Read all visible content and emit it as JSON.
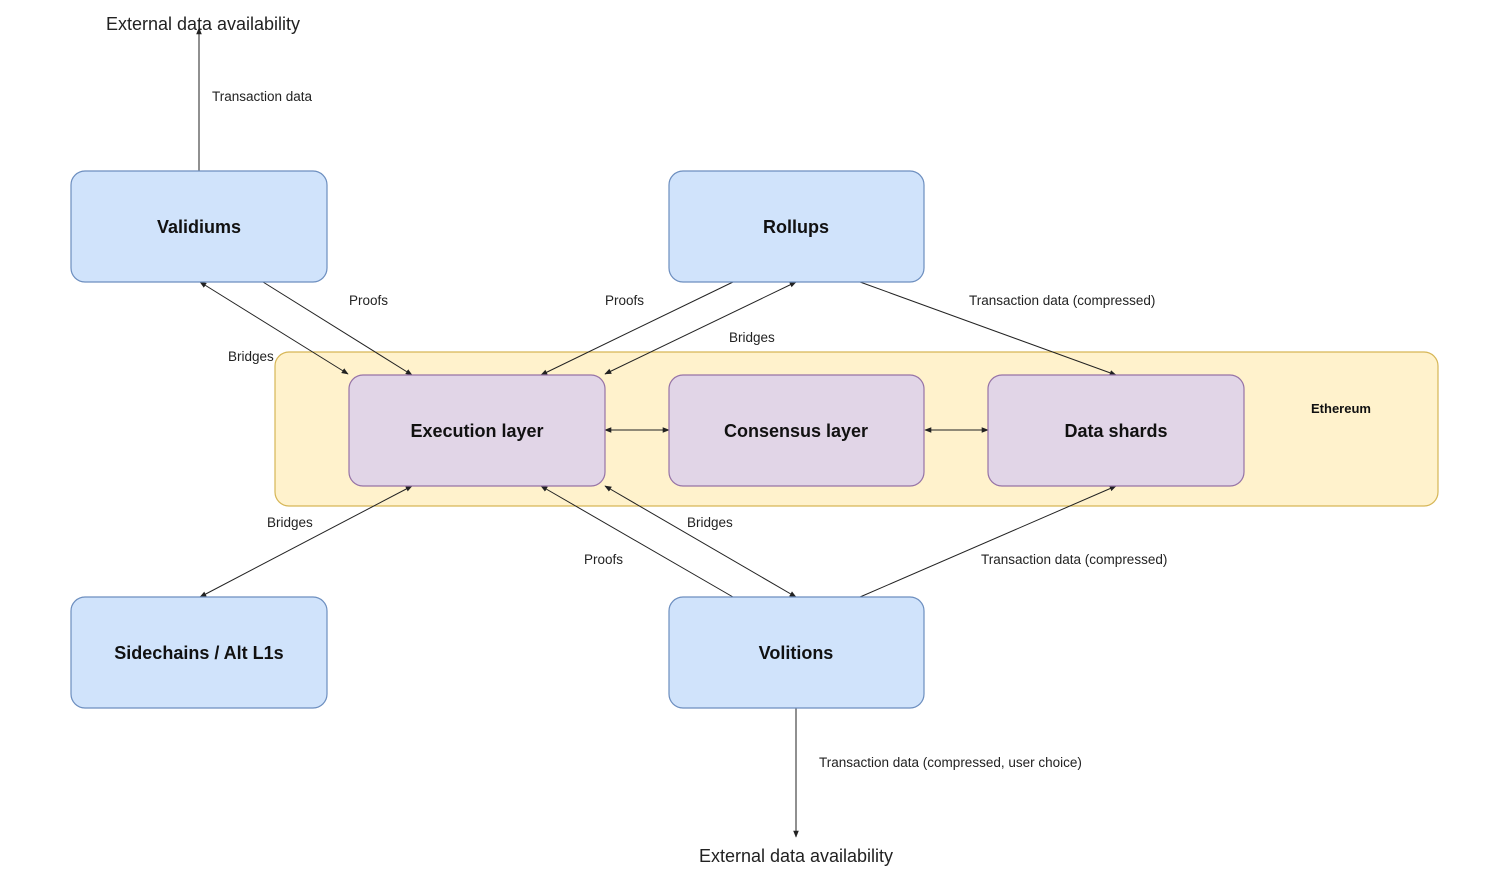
{
  "diagram": {
    "group": {
      "label": "Ethereum"
    },
    "nodes": {
      "validiums": "Validiums",
      "rollups": "Rollups",
      "execution": "Execution layer",
      "consensus": "Consensus layer",
      "data_shards": "Data shards",
      "sidechains": "Sidechains / Alt L1s",
      "volitions": "Volitions"
    },
    "external": {
      "top": "External data availability",
      "bottom": "External data availability"
    },
    "edge_labels": {
      "validiums_tx": "Transaction data",
      "validiums_proofs": "Proofs",
      "validiums_bridges": "Bridges",
      "rollups_proofs": "Proofs",
      "rollups_bridges": "Bridges",
      "rollups_tx": "Transaction data (compressed)",
      "sidechains_bridges": "Bridges",
      "volitions_proofs": "Proofs",
      "volitions_bridges": "Bridges",
      "volitions_tx": "Transaction data (compressed)",
      "volitions_external_tx": "Transaction data (compressed, user choice)"
    },
    "colors": {
      "external_node_fill": "#d0e3fb",
      "external_node_stroke": "#6c8ebf",
      "layer_node_fill": "#e1d5e7",
      "layer_node_stroke": "#9673a6",
      "group_fill": "#fff2cc",
      "group_stroke": "#d6b656"
    }
  }
}
